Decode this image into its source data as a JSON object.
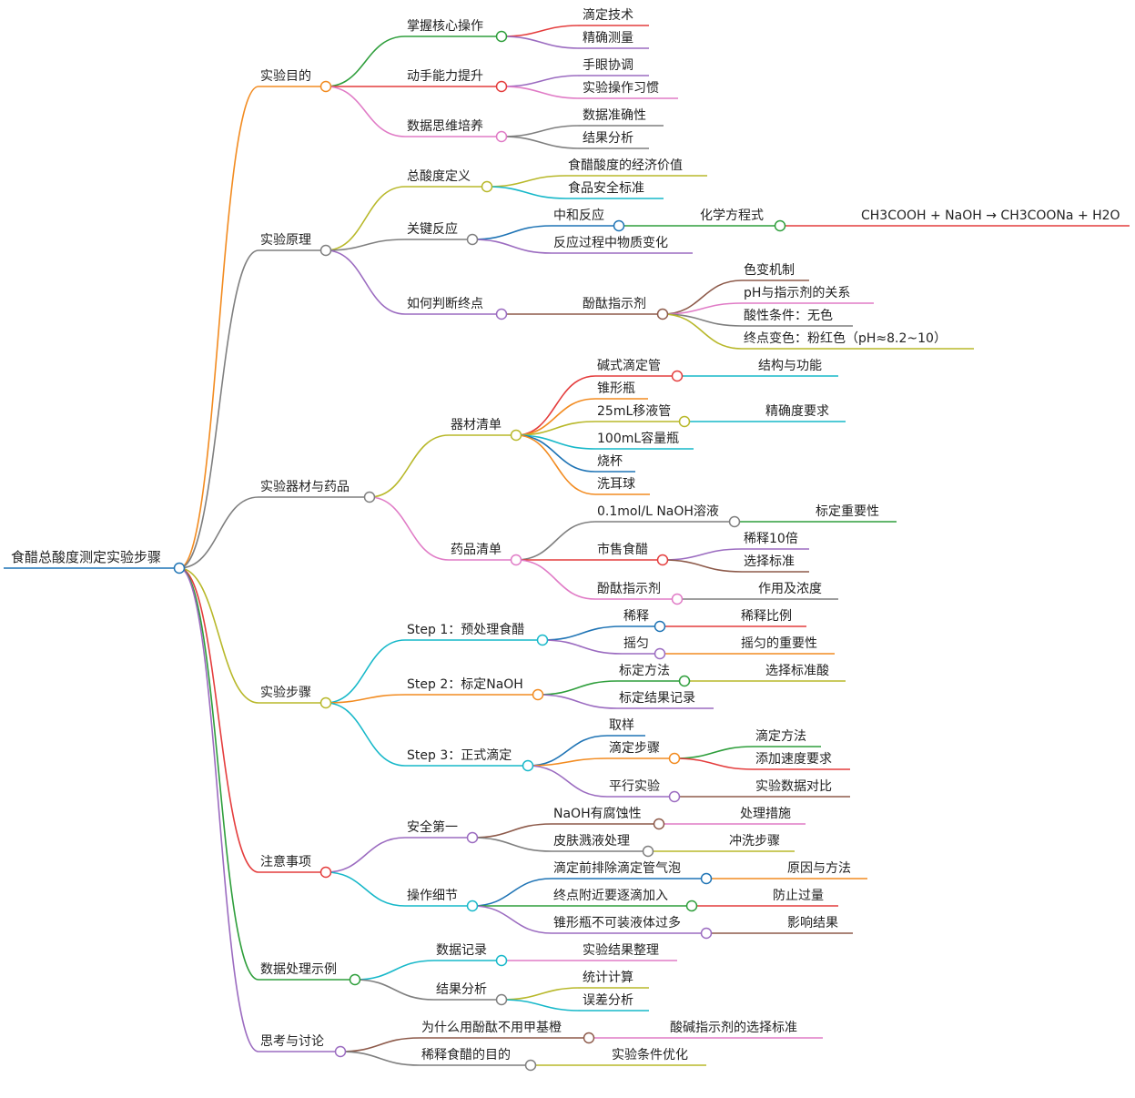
{
  "colors": [
    "#f28b20",
    "#e43d3d",
    "#2e9e3b",
    "#9b6bc0",
    "#b8b82a",
    "#17b8c9",
    "#7f7f7f",
    "#e07bc6",
    "#8d5a4a",
    "#1f74b5"
  ],
  "root": {
    "label": "食醋总酸度测定实验步骤",
    "children": [
      {
        "label": "实验目的",
        "children": [
          {
            "label": "掌握核心操作",
            "children": [
              {
                "label": "滴定技术"
              },
              {
                "label": "精确测量"
              }
            ]
          },
          {
            "label": "动手能力提升",
            "children": [
              {
                "label": "手眼协调"
              },
              {
                "label": "实验操作习惯"
              }
            ]
          },
          {
            "label": "数据思维培养",
            "children": [
              {
                "label": "数据准确性"
              },
              {
                "label": "结果分析"
              }
            ]
          }
        ]
      },
      {
        "label": "实验原理",
        "children": [
          {
            "label": "总酸度定义",
            "children": [
              {
                "label": "食醋酸度的经济价值"
              },
              {
                "label": "食品安全标准"
              }
            ]
          },
          {
            "label": "关键反应",
            "children": [
              {
                "label": "中和反应",
                "children": [
                  {
                    "label": "化学方程式",
                    "children": [
                      {
                        "label": "CH3COOH + NaOH → CH3COONa + H2O"
                      }
                    ]
                  }
                ]
              },
              {
                "label": "反应过程中物质变化"
              }
            ]
          },
          {
            "label": "如何判断终点",
            "children": [
              {
                "label": "酚酞指示剂",
                "children": [
                  {
                    "label": "色变机制"
                  },
                  {
                    "label": "pH与指示剂的关系"
                  },
                  {
                    "label": "酸性条件：无色"
                  },
                  {
                    "label": "终点变色：粉红色（pH≈8.2~10）"
                  }
                ]
              }
            ]
          }
        ]
      },
      {
        "label": "实验器材与药品",
        "children": [
          {
            "label": "器材清单",
            "children": [
              {
                "label": "碱式滴定管",
                "children": [
                  {
                    "label": "结构与功能"
                  }
                ]
              },
              {
                "label": "锥形瓶"
              },
              {
                "label": "25mL移液管",
                "children": [
                  {
                    "label": "精确度要求"
                  }
                ]
              },
              {
                "label": "100mL容量瓶"
              },
              {
                "label": "烧杯"
              },
              {
                "label": "洗耳球"
              }
            ]
          },
          {
            "label": "药品清单",
            "children": [
              {
                "label": "0.1mol/L NaOH溶液",
                "children": [
                  {
                    "label": "标定重要性"
                  }
                ]
              },
              {
                "label": "市售食醋",
                "children": [
                  {
                    "label": "稀释10倍"
                  },
                  {
                    "label": "选择标准"
                  }
                ]
              },
              {
                "label": "酚酞指示剂",
                "children": [
                  {
                    "label": "作用及浓度"
                  }
                ]
              }
            ]
          }
        ]
      },
      {
        "label": "实验步骤",
        "children": [
          {
            "label": "Step 1：预处理食醋",
            "children": [
              {
                "label": "稀释",
                "children": [
                  {
                    "label": "稀释比例"
                  }
                ]
              },
              {
                "label": "摇匀",
                "children": [
                  {
                    "label": "摇匀的重要性"
                  }
                ]
              }
            ]
          },
          {
            "label": "Step 2：标定NaOH",
            "children": [
              {
                "label": "标定方法",
                "children": [
                  {
                    "label": "选择标准酸"
                  }
                ]
              },
              {
                "label": "标定结果记录"
              }
            ]
          },
          {
            "label": "Step 3：正式滴定",
            "children": [
              {
                "label": "取样"
              },
              {
                "label": "滴定步骤",
                "children": [
                  {
                    "label": "滴定方法"
                  },
                  {
                    "label": "添加速度要求"
                  }
                ]
              },
              {
                "label": "平行实验",
                "children": [
                  {
                    "label": "实验数据对比"
                  }
                ]
              }
            ]
          }
        ]
      },
      {
        "label": "注意事项",
        "children": [
          {
            "label": "安全第一",
            "children": [
              {
                "label": "NaOH有腐蚀性",
                "children": [
                  {
                    "label": "处理措施"
                  }
                ]
              },
              {
                "label": "皮肤溅液处理",
                "children": [
                  {
                    "label": "冲洗步骤"
                  }
                ]
              }
            ]
          },
          {
            "label": "操作细节",
            "children": [
              {
                "label": "滴定前排除滴定管气泡",
                "children": [
                  {
                    "label": "原因与方法"
                  }
                ]
              },
              {
                "label": "终点附近要逐滴加入",
                "children": [
                  {
                    "label": "防止过量"
                  }
                ]
              },
              {
                "label": "锥形瓶不可装液体过多",
                "children": [
                  {
                    "label": "影响结果"
                  }
                ]
              }
            ]
          }
        ]
      },
      {
        "label": "数据处理示例",
        "children": [
          {
            "label": "数据记录",
            "children": [
              {
                "label": "实验结果整理"
              }
            ]
          },
          {
            "label": "结果分析",
            "children": [
              {
                "label": "统计计算"
              },
              {
                "label": "误差分析"
              }
            ]
          }
        ]
      },
      {
        "label": "思考与讨论",
        "children": [
          {
            "label": "为什么用酚酞不用甲基橙",
            "children": [
              {
                "label": "酸碱指示剂的选择标准"
              }
            ]
          },
          {
            "label": "稀释食醋的目的",
            "children": [
              {
                "label": "实验条件优化"
              }
            ]
          }
        ]
      }
    ]
  }
}
